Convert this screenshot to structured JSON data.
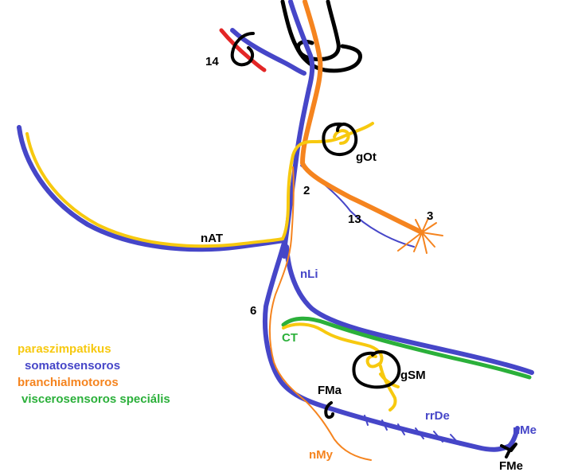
{
  "colors": {
    "parasympathetic": "#f7c90f",
    "somatosensory": "#4646c8",
    "branchiomotor": "#f5841f",
    "viscerosensory": "#2bb03a",
    "ganglion": "#000000",
    "vessel_red": "#e32626",
    "number": "#000000"
  },
  "labels": {
    "n14": "14",
    "gOt": "gOt",
    "n2": "2",
    "n13": "13",
    "n3": "3",
    "nAT": "nAT",
    "nLi": "nLi",
    "n6": "6",
    "CT": "CT",
    "gSM": "gSM",
    "FMa": "FMa",
    "rrDe": "rrDe",
    "nMe": "nMe",
    "FMe": "FMe",
    "nMy": "nMy"
  },
  "legend": [
    {
      "text": "paraszimpatikus",
      "color": "#f7c90f"
    },
    {
      "text": "somatosensoros",
      "color": "#4646c8"
    },
    {
      "text": "branchialmotoros",
      "color": "#f5841f"
    },
    {
      "text": "viscerosensoros speciális",
      "color": "#2bb03a"
    }
  ]
}
